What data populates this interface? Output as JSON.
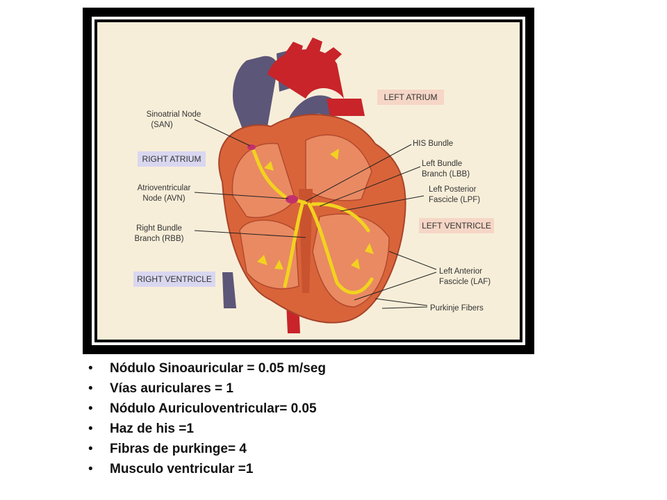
{
  "diagram": {
    "region_labels": {
      "left_atrium": "LEFT ATRIUM",
      "right_atrium": "RIGHT ATRIUM",
      "left_ventricle": "LEFT VENTRICLE",
      "right_ventricle": "RIGHT VENTRICLE"
    },
    "callouts": {
      "san_line1": "Sinoatrial Node",
      "san_line2": "(SAN)",
      "avn_line1": "Atrioventricular",
      "avn_line2": "Node (AVN)",
      "rbb_line1": "Right Bundle",
      "rbb_line2": "Branch (RBB)",
      "his": "HIS Bundle",
      "lbb_line1": "Left Bundle",
      "lbb_line2": "Branch (LBB)",
      "lpf_line1": "Left Posterior",
      "lpf_line2": "Fascicle (LPF)",
      "laf_line1": "Left Anterior",
      "laf_line2": "Fascicle (LAF)",
      "purkinje": "Purkinje Fibers"
    },
    "colors": {
      "background": "#f7eed9",
      "muscle": "#d9643a",
      "vessel_red": "#c8242a",
      "vein_blue": "#5c5678",
      "conduction": "#f2d21f",
      "label_box_blue": "#d9d7f0",
      "label_box_pink": "#f6d6c6"
    }
  },
  "bullets": [
    "Nódulo Sinoauricular = 0.05  m/seg",
    "Vías auriculares = 1",
    "Nódulo Auriculoventricular= 0.05",
    "Haz de his =1",
    "Fibras de purkinge= 4",
    "Musculo ventricular =1"
  ]
}
